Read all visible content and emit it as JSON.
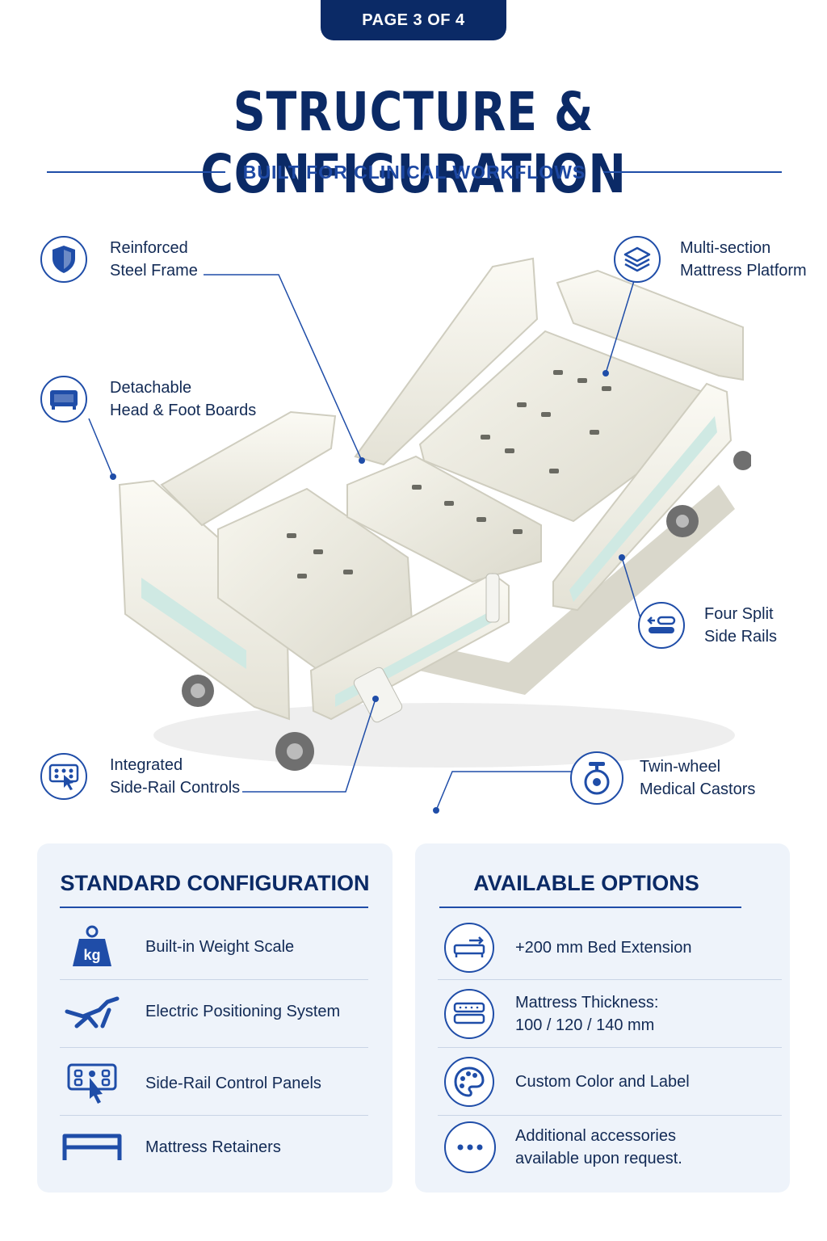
{
  "page_badge": "PAGE 3 OF 4",
  "title": "STRUCTURE & CONFIGURATION",
  "subtitle": "BUILT FOR CLINICAL WORKFLOWS",
  "colors": {
    "navy": "#0b2a66",
    "accent": "#1f4da8",
    "panel_bg": "#eef3fa",
    "bed_white": "#f2f0e6",
    "bed_mint": "#cfe9e3"
  },
  "callouts": [
    {
      "icon": "shield-icon",
      "label": "Reinforced\nSteel Frame"
    },
    {
      "icon": "bed-board-icon",
      "label": "Detachable\nHead & Foot Boards"
    },
    {
      "icon": "control-panel-icon",
      "label": "Integrated\nSide-Rail Controls"
    },
    {
      "icon": "layers-icon",
      "label": "Multi-section\nMattress Platform"
    },
    {
      "icon": "side-rail-icon",
      "label": "Four Split\nSide Rails"
    },
    {
      "icon": "castor-icon",
      "label": "Twin-wheel\nMedical Castors"
    }
  ],
  "standard": {
    "title": "STANDARD CONFIGURATION",
    "items": [
      {
        "icon": "weight-scale-icon",
        "icon_text": "kg",
        "label": "Built-in Weight Scale"
      },
      {
        "icon": "adjustable-bed-icon",
        "label": "Electric Positioning System"
      },
      {
        "icon": "control-panel-icon",
        "label": "Side-Rail Control Panels"
      },
      {
        "icon": "mattress-retainer-icon",
        "label": "Mattress Retainers"
      }
    ]
  },
  "options": {
    "title": "AVAILABLE OPTIONS",
    "items": [
      {
        "icon": "bed-extension-icon",
        "label": "+200 mm Bed Extension"
      },
      {
        "icon": "mattress-icon",
        "label": "Mattress Thickness:\n100 / 120 / 140 mm"
      },
      {
        "icon": "palette-icon",
        "label": "Custom Color and Label"
      },
      {
        "icon": "more-icon",
        "label": "Additional accessories\navailable upon request."
      }
    ]
  }
}
